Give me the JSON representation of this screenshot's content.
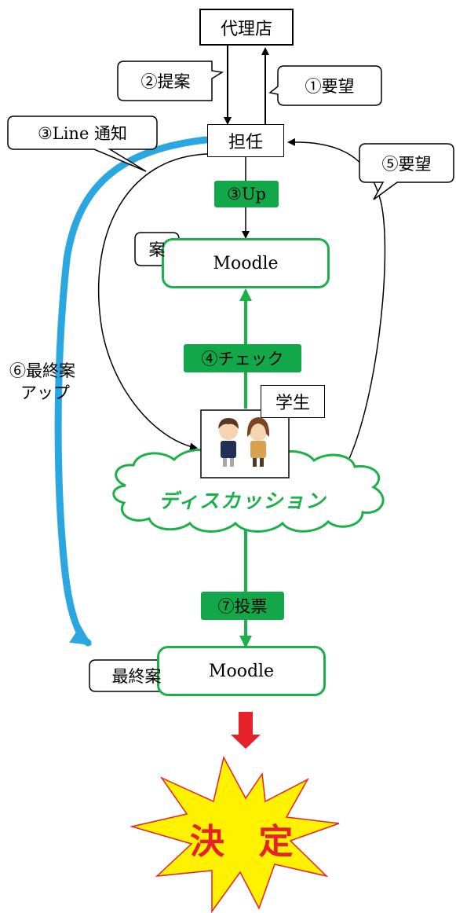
{
  "nodes": {
    "agency": "代理店",
    "teacher": "担任",
    "moodle_top": "Moodle",
    "moodle_bottom": "Moodle",
    "students": "学生",
    "discussion": "ディスカッション",
    "decision": "決 定"
  },
  "callouts": {
    "proposal": "②提案",
    "request1": "①要望",
    "line_notify": "③Line 通知",
    "request5": "⑤要望",
    "draft": "案",
    "final_draft": "最終案"
  },
  "labels": {
    "upload": "③Up",
    "check": "④チェック",
    "vote": "⑦投票",
    "final_up_line1": "⑥最終案",
    "final_up_line2": "アップ"
  },
  "colors": {
    "green": "#1db04a",
    "blue_arrow": "#2aa6e0",
    "burst": "#fff200",
    "red": "#e8202a"
  }
}
